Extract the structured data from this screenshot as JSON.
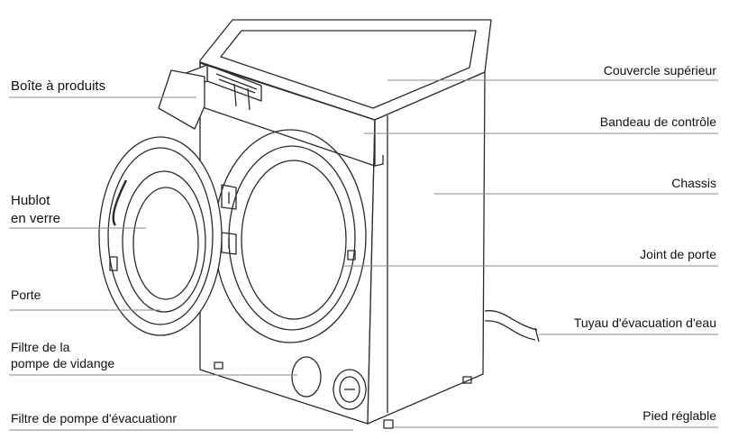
{
  "labels": {
    "boite_produits": "Boîte à produits",
    "hublot_line1": "Hublot",
    "hublot_line2": "en verre",
    "porte": "Porte",
    "filtre_vidange_line1": "Filtre de la",
    "filtre_vidange_line2": "pompe de vidange",
    "filtre_evacuation": "Filtre de pompe d'évacuationr",
    "couvercle": "Couvercle supérieur",
    "bandeau": "Bandeau de contrôle",
    "chassis": "Chassis",
    "joint": "Joint de porte",
    "tuyau": "Tuyau d'évacuation d'eau",
    "pied": "Pied réglable"
  },
  "colors": {
    "stroke": "#2a2a2a",
    "leader": "#8a8a8a",
    "fill": "#ffffff"
  }
}
